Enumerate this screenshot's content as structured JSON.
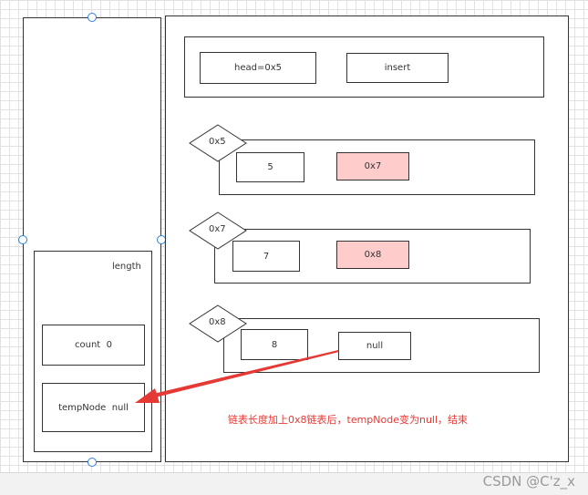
{
  "left_panel": {
    "length_label": "length",
    "count_label": "count",
    "count_value": "0",
    "temp_label": "tempNode",
    "temp_value": "null"
  },
  "header": {
    "head_text": "head=0x5",
    "insert_text": "insert"
  },
  "nodes": [
    {
      "address": "0x5",
      "value": "5",
      "next": "0x7"
    },
    {
      "address": "0x7",
      "value": "7",
      "next": "0x8"
    },
    {
      "address": "0x8",
      "value": "8",
      "next": "null"
    }
  ],
  "annotation": "链表长度加上0x8链表后，tempNode变为null，结束",
  "watermark": "CSDN @C'z_x",
  "colors": {
    "pointer_fill": "#ffcccc",
    "arrow": "#e53935",
    "handle": "#2b7fd8",
    "border": "#333333"
  }
}
